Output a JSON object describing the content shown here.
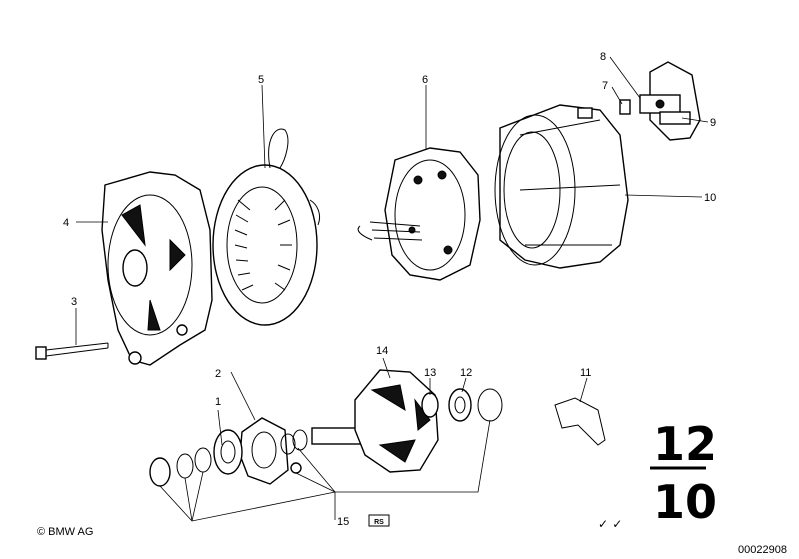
{
  "callouts": {
    "c1": "1",
    "c2": "2",
    "c3": "3",
    "c4": "4",
    "c5": "5",
    "c6": "6",
    "c7": "7",
    "c8": "8",
    "c9": "9",
    "c10": "10",
    "c11": "11",
    "c12": "12",
    "c13": "13",
    "c14": "14",
    "c15": "15"
  },
  "rs_badge": "RS",
  "group_number": {
    "top": "12",
    "bottom": "10"
  },
  "copyright": "© BMW AG",
  "drawing_id": "00022908",
  "marks": "✓ ✓"
}
